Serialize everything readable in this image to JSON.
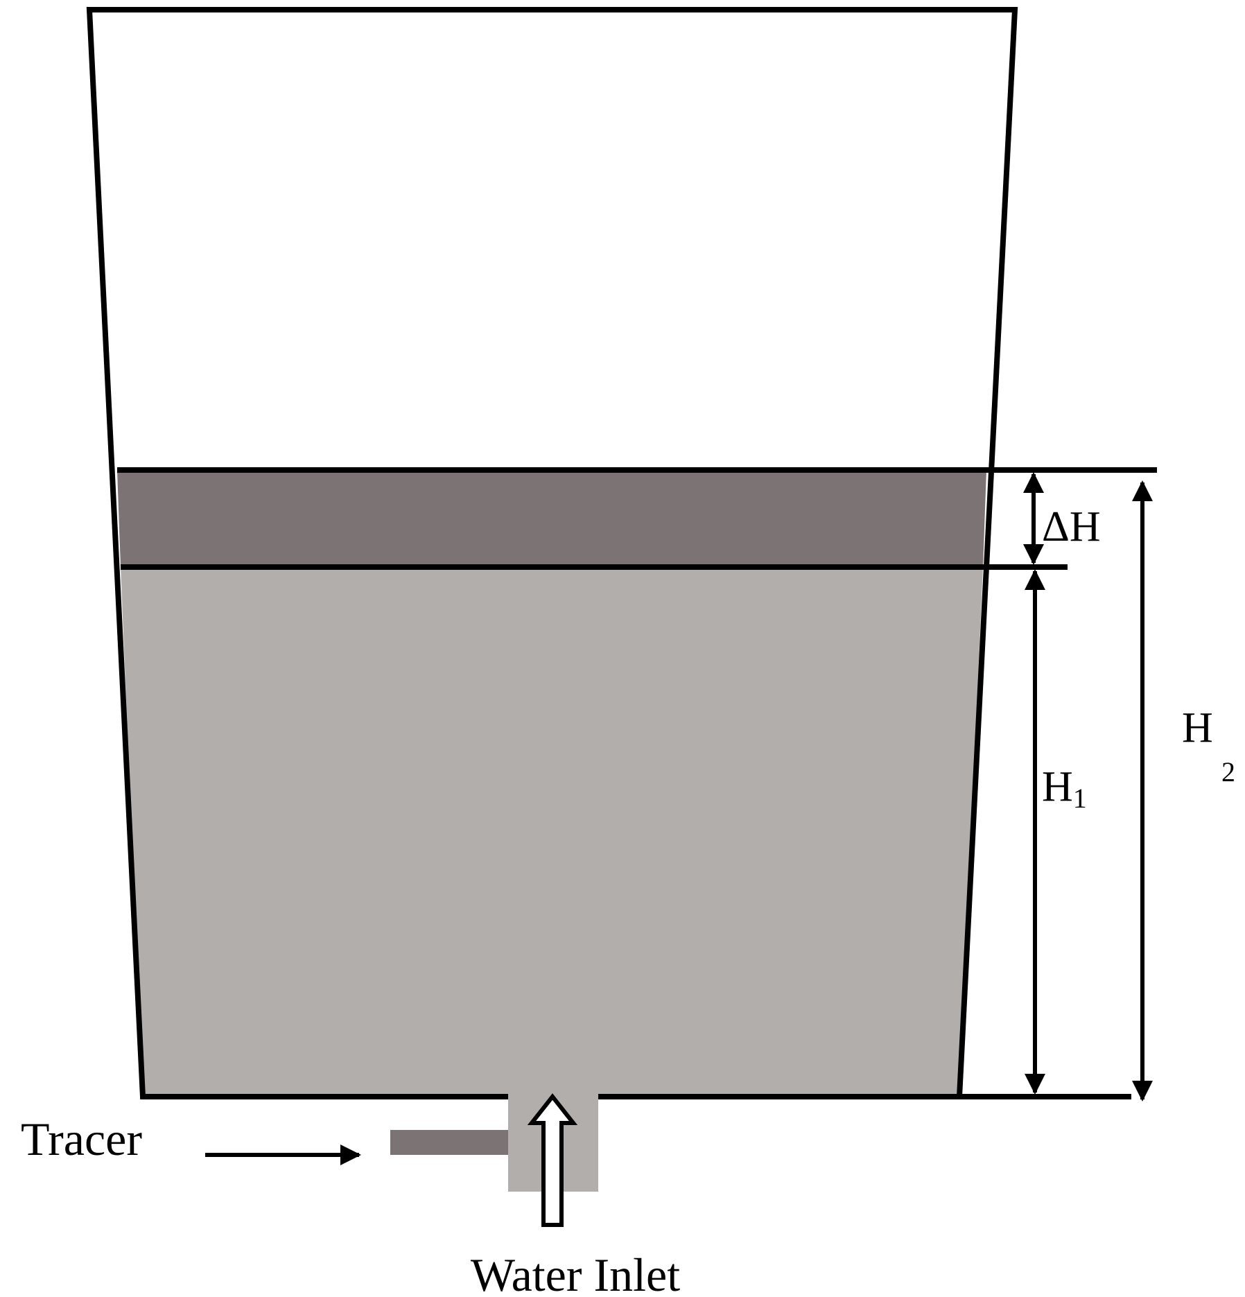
{
  "labels": {
    "delta_h_symbol": "Δ",
    "delta_h_letter": "H",
    "h1_letter": "H",
    "h1_sub": "1",
    "h2_letter": "H",
    "h2_sub": "2",
    "tracer": "Tracer",
    "water_inlet": "Water Inlet"
  },
  "colors": {
    "outline": "#000000",
    "top_layer": "#7b7374",
    "bed": "#b2aeac",
    "inlet_pipe": "#b2aeac",
    "tracer_pipe": "#7b7374",
    "background": "#ffffff"
  }
}
